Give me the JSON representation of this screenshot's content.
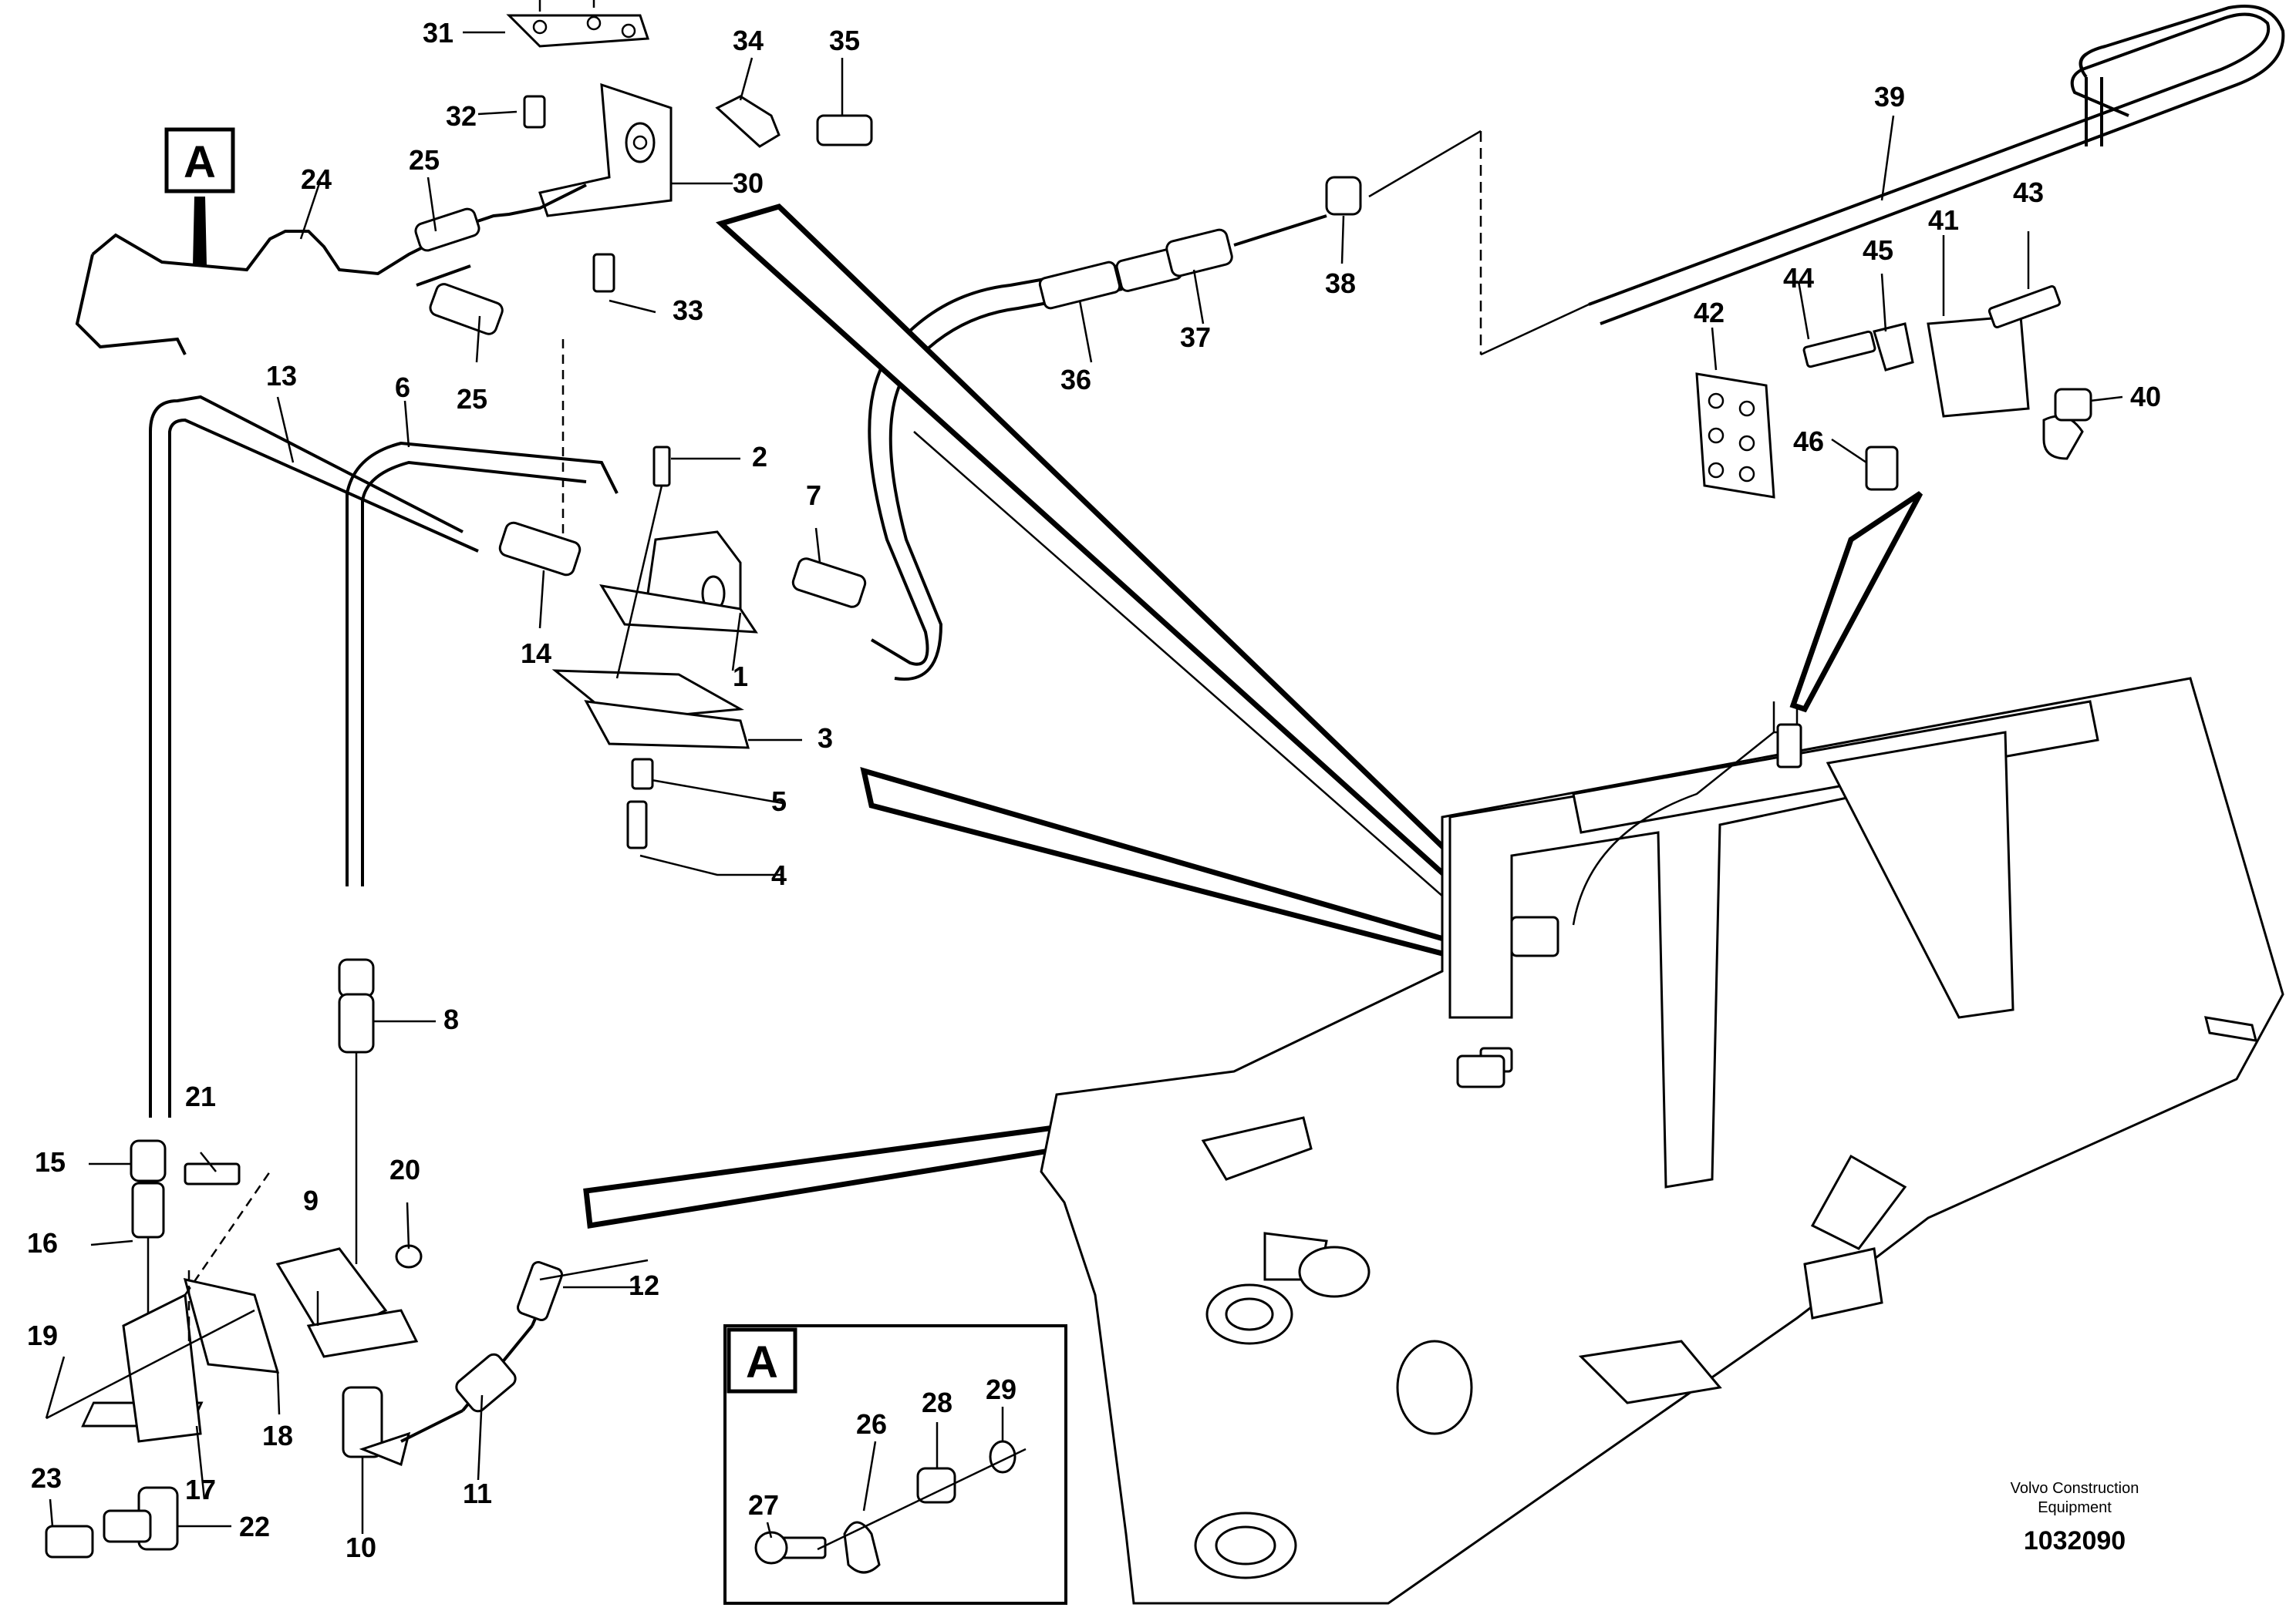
{
  "diagram": {
    "callouts": [
      "1",
      "2",
      "3",
      "4",
      "5",
      "6",
      "7",
      "8",
      "9",
      "10",
      "11",
      "12",
      "13",
      "14",
      "15",
      "16",
      "17",
      "18",
      "19",
      "20",
      "21",
      "22",
      "23",
      "24",
      "25",
      "25",
      "26",
      "27",
      "28",
      "29",
      "30",
      "31",
      "32",
      "33",
      "34",
      "35",
      "36",
      "37",
      "38",
      "39",
      "40",
      "41",
      "42",
      "43",
      "44",
      "45",
      "46"
    ],
    "view_marker": "A",
    "detail_marker": "A",
    "detail_callouts": [
      "27",
      "26",
      "28",
      "29"
    ],
    "footer": {
      "company_line1": "Volvo Construction",
      "company_line2": "Equipment",
      "doc_number": "1032090"
    }
  }
}
